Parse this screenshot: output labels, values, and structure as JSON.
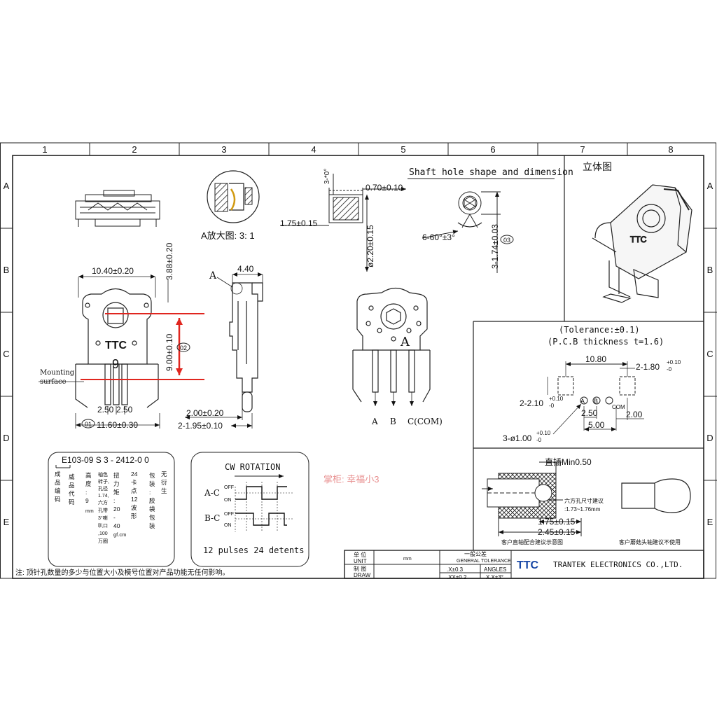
{
  "grid": {
    "columns": [
      "1",
      "2",
      "3",
      "4",
      "5",
      "6",
      "7",
      "8"
    ],
    "rows": [
      "A",
      "B",
      "C",
      "D",
      "E"
    ]
  },
  "shaft": {
    "title": "Shaft hole shape and dimension",
    "chamfer": "3-*0°",
    "wall_width": "0.70±0.10",
    "depth": "1.75±0.15",
    "diameter": "ø2.20±0.15",
    "angle": "6-60°±3°",
    "hex": "3-1.74±0.03",
    "hex_ref": "03"
  },
  "iso_title": "立体图",
  "detail_a": {
    "label": "A放大图: 3: 1"
  },
  "front_view": {
    "width_top": "10.40±0.20",
    "height_top": "3.88±0.20",
    "pitch_height": "9.00±0.10",
    "pitch_ref": "02",
    "mounting_label_1": "Mounting",
    "mounting_label_2": "surface",
    "pin_pitch_a": "2.50",
    "pin_pitch_b": "2.50",
    "overall_width": "11.60±0.30",
    "overall_ref": "01",
    "logo": "TTC",
    "marking": "9"
  },
  "side_view": {
    "width": "4.40",
    "callout": "A",
    "base": "2.00±0.20",
    "pin_offset": "2-1.95±0.10"
  },
  "back_view": {
    "label": "A",
    "pins": [
      "A",
      "B",
      "C(COM)"
    ]
  },
  "pcb": {
    "tolerance": "(Tolerance:±0.1)",
    "thickness": "(P.C.B thickness t=1.6)",
    "span": "10.80",
    "slot_w": "2-1.80",
    "slot_tol": "+0.10",
    "slot_tol2": "-0",
    "slot_h": "2-2.10",
    "pitch_ab": "2.50",
    "pitch_ac": "5.00",
    "slot_offset": "2.00",
    "hole": "3-ø1.00",
    "hole_tol": "+0.10",
    "hole_tol2": "-0",
    "pin_a": "A",
    "pin_b": "B",
    "pin_com": "COM"
  },
  "part_number": {
    "code": "E103-09  S   3 - 2412-0  0",
    "columns": [
      [
        "成",
        "品",
        "编",
        "码"
      ],
      [
        "威",
        "品",
        "代",
        "码"
      ],
      [
        "高",
        "度",
        ":",
        "9",
        "mm"
      ],
      [
        "轴色",
        "转子,",
        "孔径",
        "1.74,",
        "六方",
        "孔带",
        "3°喇",
        "叭口",
        ",100",
        "万圈"
      ],
      [
        "扭",
        "力",
        "矩",
        ":",
        "20",
        "-",
        "40",
        "gf.cm"
      ],
      [
        "24",
        "卡",
        "点",
        "12",
        "波",
        "形"
      ],
      [
        "包",
        "装",
        ":",
        "胶",
        "袋",
        "包",
        "装"
      ],
      [
        "无",
        "衍",
        "生"
      ]
    ]
  },
  "rotation": {
    "title": "CW ROTATION",
    "ac": "A-C",
    "bc": "B-C",
    "off": "OFF",
    "on": "ON",
    "pulses": "12 pulses 24 detents"
  },
  "watermark": "掌柜: 幸福小3",
  "shaft_fit": {
    "min_label": "直插Min0.50",
    "hex_note_1": "六方孔尺寸建议",
    "hex_note_2": ":1.73~1.76mm",
    "dim_1": "1.75±0.15",
    "dim_2": "2.45±0.15",
    "caption_left": "客户直轴配合建议示意图",
    "caption_right": "客户蘑菇头轴建议不使用"
  },
  "title_block": {
    "unit_cn": "单 位",
    "unit_en": "UNIT",
    "unit_value": "mm",
    "draw_cn": "制 图",
    "draw_en": "DRAW",
    "tol_cn": "一般公差",
    "tol_en": "GENERAL TOLERANCE",
    "tol_1": ".X±0.3",
    "tol_2": ".XX±0.2",
    "angles": "ANGLES",
    "angles_val": "X.X±3°",
    "logo": "TTC",
    "company": "TRANTEK ELECTRONICS CO.,LTD."
  },
  "footnote": "注: 顶针孔数量的多少与位置大小及模号位置对产品功能无任何影响。"
}
